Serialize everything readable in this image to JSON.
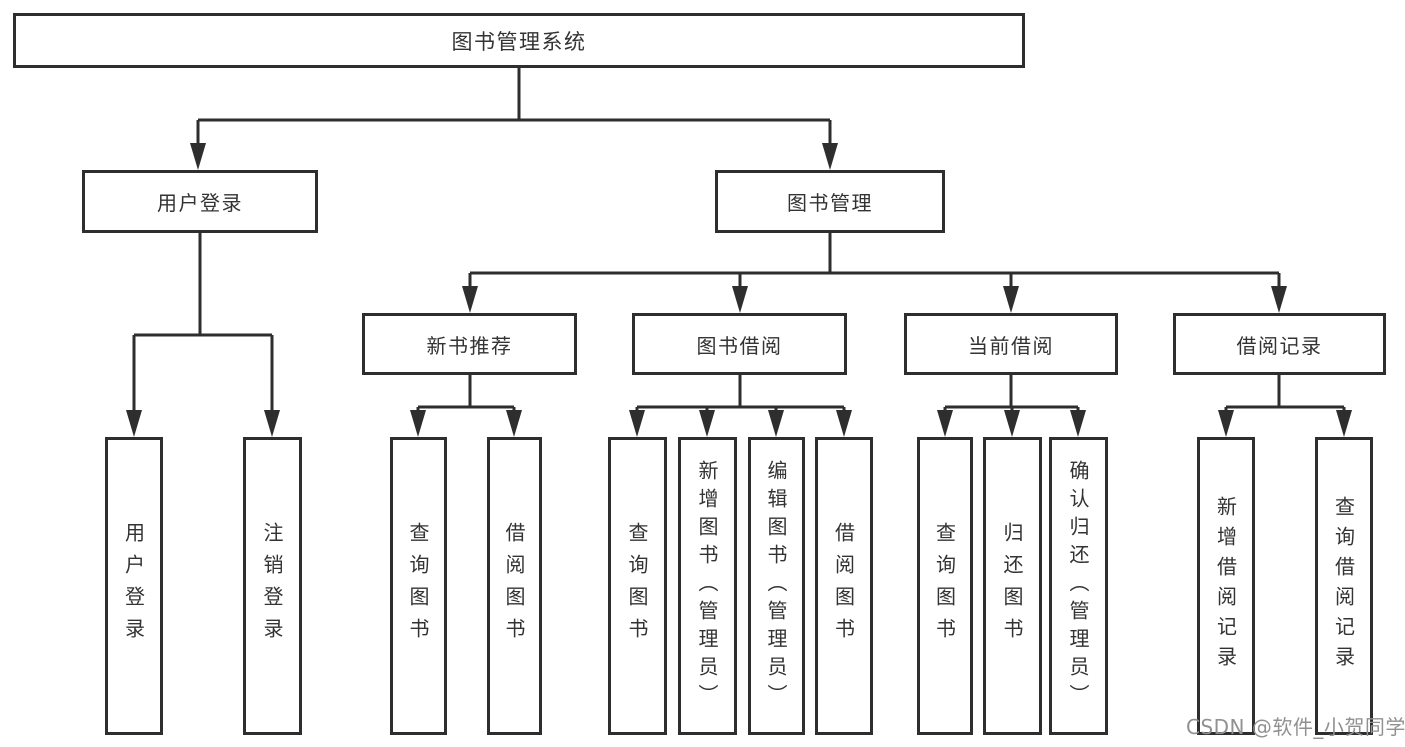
{
  "diagram": {
    "title": "图书管理系统",
    "root": {
      "label": "图书管理系统"
    },
    "branches": [
      {
        "label": "用户登录",
        "children": [
          "用户登录",
          "注销登录"
        ]
      },
      {
        "label": "图书管理",
        "sections": [
          {
            "label": "新书推荐",
            "children": [
              "查询图书",
              "借阅图书"
            ]
          },
          {
            "label": "图书借阅",
            "children": [
              "查询图书",
              "新增图书（管理员）",
              "编辑图书（管理员）",
              "借阅图书"
            ]
          },
          {
            "label": "当前借阅",
            "children": [
              "查询图书",
              "归还图书",
              "确认归还（管理员）"
            ]
          },
          {
            "label": "借阅记录",
            "children": [
              "新增借阅记录",
              "查询借阅记录"
            ]
          }
        ]
      }
    ]
  },
  "watermark": {
    "text": "CSDN @软件_小贺同学"
  },
  "colors": {
    "line": "#2e2e2e",
    "border": "#2e2e2e",
    "text": "#333333",
    "watermark": "#919191",
    "background": "#ffffff"
  }
}
